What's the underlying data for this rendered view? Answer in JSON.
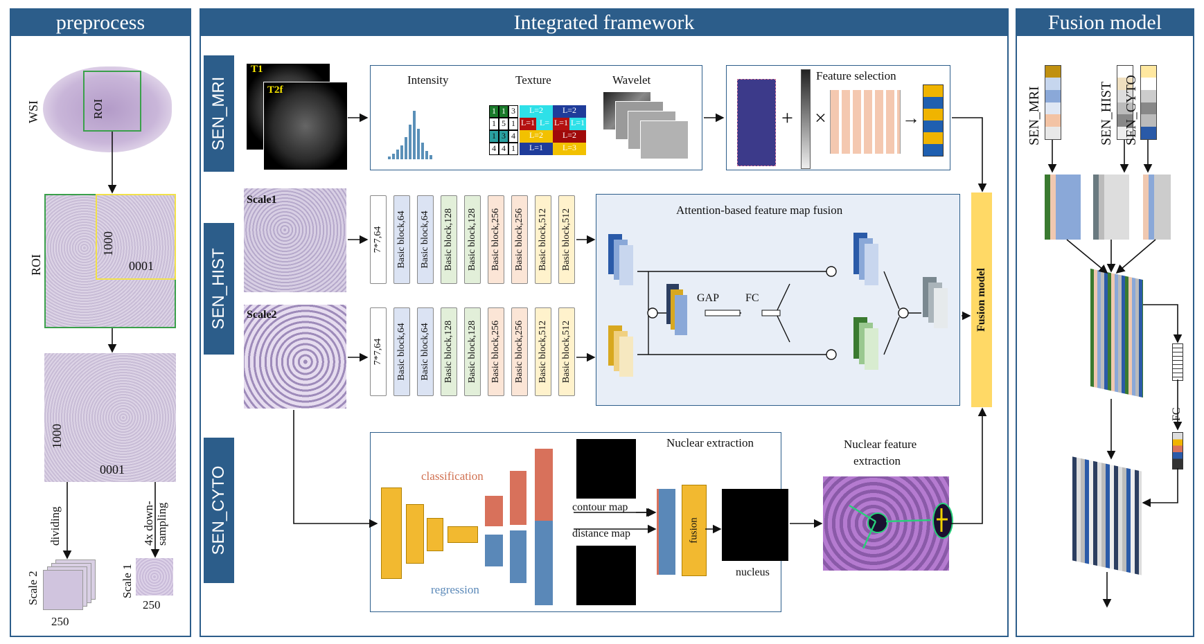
{
  "headers": {
    "preprocess": "preprocess",
    "framework": "Integrated framework",
    "fusion": "Fusion model"
  },
  "preprocess": {
    "wsi": "WSI",
    "roi_box": "ROI",
    "roi": "ROI",
    "num_1000_a": "1000",
    "num_0001_a": "0001",
    "num_1000_b": "1000",
    "num_0001_b": "0001",
    "dividing": "dividing",
    "downsampling_1": "4x down-",
    "downsampling_2": "sampling",
    "scale2": "Scale 2",
    "scale1": "Scale 1",
    "size_a": "250",
    "size_b": "250"
  },
  "tabs": {
    "mri": "SEN_MRI",
    "hist": "SEN_HIST",
    "cyto": "SEN_CYTO"
  },
  "mri": {
    "t1": "T1",
    "t2f": "T2f",
    "intensity": "Intensity",
    "texture": "Texture",
    "wavelet": "Wavelet",
    "feature_selection": "Feature selection",
    "texture_labels": [
      "L=2",
      "L=2",
      "L=1",
      "L=",
      "L=1",
      "L=1",
      "L=2",
      "L=2",
      "L=1",
      "L=3"
    ],
    "texture_nums": [
      "1",
      "1",
      "3",
      "1",
      "5",
      "1",
      "1",
      "3",
      "4",
      "4",
      "4",
      "1"
    ]
  },
  "hist": {
    "scale1": "Scale1",
    "scale2": "Scale2",
    "blocks": [
      "7*7,64",
      "Basic block,64",
      "Basic block,64",
      "Basic block,128",
      "Basic block,128",
      "Basic block,256",
      "Basic block,256",
      "Basic block,512",
      "Basic block,512"
    ],
    "attention_title": "Attention-based feature map fusion",
    "gap": "GAP",
    "fc": "FC"
  },
  "fusion_model_label": "Fusion model",
  "cyto": {
    "nuclear_extraction": "Nuclear extraction",
    "classification": "classification",
    "regression": "regression",
    "contour_map": "contour map",
    "distance_map": "distance map",
    "fusion": "fusion",
    "nucleus": "nucleus",
    "nfe_1": "Nuclear feature",
    "nfe_2": "extraction"
  },
  "fusion": {
    "sen_mri": "SEN_MRI",
    "sen_hist": "SEN_HIST",
    "sen_cyto": "SEN_CYTO",
    "fc": "FC"
  },
  "colors": {
    "header": "#2c5d8a",
    "block_blue": "#dbe3f3",
    "block_green": "#e2efd9",
    "block_orange": "#fbe5d6",
    "block_yellow": "#fff2cc",
    "fusion_bar": "#ffd966",
    "attention_bg": "#e8eef7"
  }
}
